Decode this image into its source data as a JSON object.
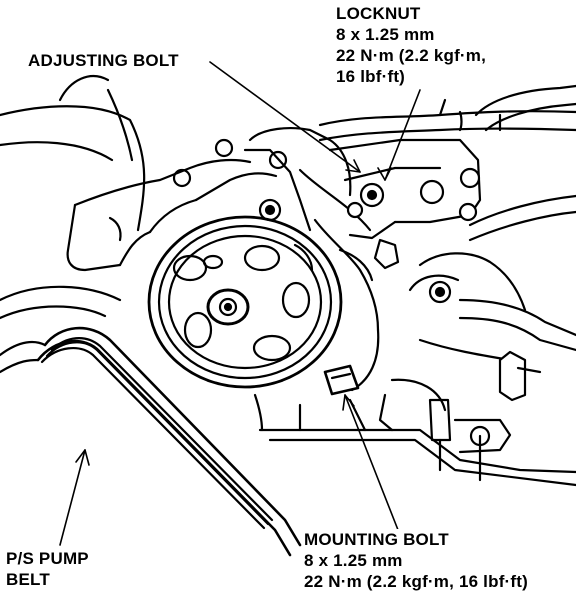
{
  "callouts": {
    "locknut": {
      "title": "LOCKNUT",
      "size": "8 x 1.25 mm",
      "torque_line1": "22 N·m (2.2 kgf·m,",
      "torque_line2": "16 lbf·ft)"
    },
    "adjusting_bolt": {
      "title": "ADJUSTING BOLT"
    },
    "mounting_bolt": {
      "title": "MOUNTING BOLT",
      "size": "8 x 1.25 mm",
      "torque": "22 N·m (2.2 kgf·m, 16 lbf·ft)"
    },
    "belt": {
      "line1": "P/S PUMP",
      "line2": "BELT"
    }
  },
  "colors": {
    "ink": "#000000",
    "paper": "#ffffff"
  }
}
